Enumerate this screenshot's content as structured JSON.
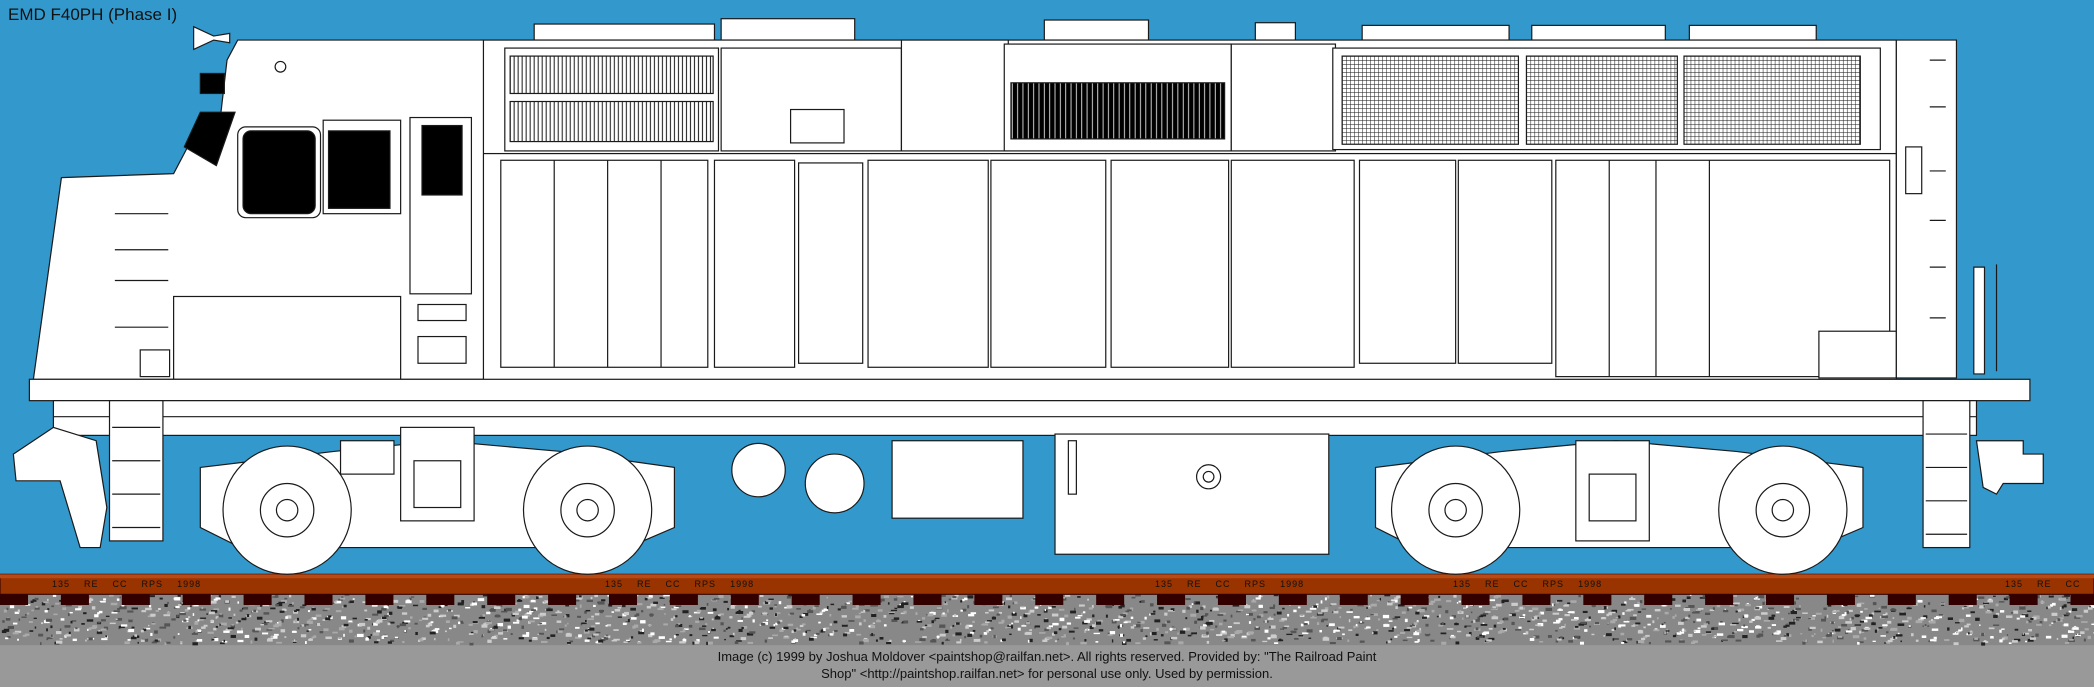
{
  "title": "EMD F40PH (Phase I)",
  "footer": {
    "line1": "Image (c) 1999 by Joshua Moldover <paintshop@railfan.net>.  All rights reserved.  Provided by: \"The Railroad Paint",
    "line2": "Shop\" <http://paintshop.railfan.net> for personal use only.  Used by permission."
  },
  "rail_marking": {
    "weight": "135",
    "section": "RE",
    "process": "CC",
    "mill": "RPS",
    "year": "1998"
  },
  "colors": {
    "sky": "#3399cc",
    "rail": "#993300",
    "tie": "#330000",
    "ballast_bg": "#999999",
    "body": "#ffffff",
    "outline": "#1a1a1a"
  }
}
